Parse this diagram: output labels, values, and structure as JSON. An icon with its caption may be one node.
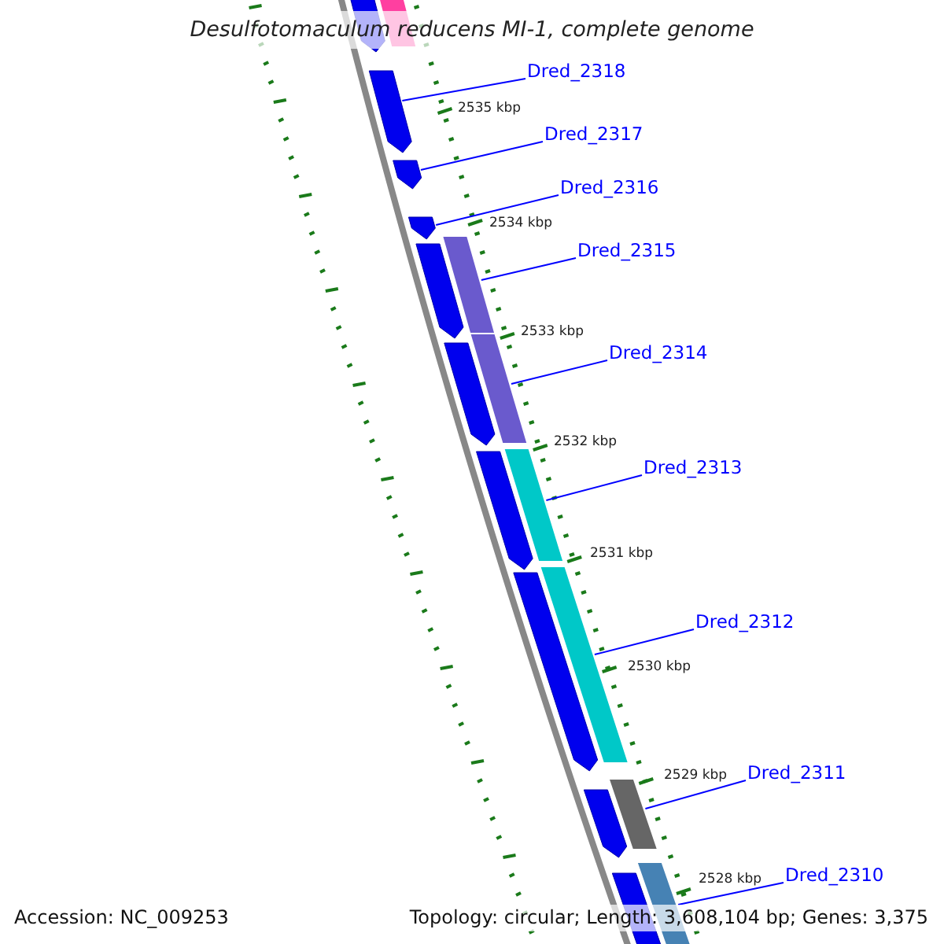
{
  "diagram": {
    "title": "Desulfotomaculum reducens MI-1, complete genome",
    "nodes": [
      {
        "text": [
          "Dred_2318"
        ]
      },
      {
        "text": [
          "Dred_2317"
        ]
      },
      {
        "text": [
          "Dred_2316"
        ]
      },
      {
        "text": [
          "Dred_2315"
        ]
      },
      {
        "text": [
          "Dred_2314"
        ]
      },
      {
        "text": [
          "Dred_2313"
        ]
      },
      {
        "text": [
          "Dred_2312"
        ]
      },
      {
        "text": [
          "Dred_2311"
        ]
      },
      {
        "text": [
          "Dred_2310"
        ]
      },
      {
        "text": [],
        "shape": "arrow"
      },
      {
        "text": [],
        "shape": "bar"
      },
      {
        "text": [],
        "shape": "arrow"
      },
      {
        "text": [],
        "shape": "arrow"
      },
      {
        "text": [],
        "shape": "arrow"
      },
      {
        "text": [],
        "shape": "bar"
      },
      {
        "text": [],
        "shape": "arrow"
      },
      {
        "text": [],
        "shape": "bar"
      },
      {
        "text": [],
        "shape": "arrow"
      },
      {
        "text": [],
        "shape": "bar"
      },
      {
        "text": [],
        "shape": "arrow"
      },
      {
        "text": [],
        "shape": "bar"
      },
      {
        "text": [],
        "shape": "arrow"
      },
      {
        "text": [],
        "shape": "bar"
      },
      {
        "text": [],
        "shape": "arrow"
      },
      {
        "text": [],
        "shape": "bar"
      },
      {
        "text": [],
        "shape": "arrow"
      }
    ],
    "edges": [
      {
        "from": 0,
        "to": 11,
        "arrow": "none"
      },
      {
        "from": 1,
        "to": 12,
        "arrow": "none"
      },
      {
        "from": 2,
        "to": 13,
        "arrow": "none"
      },
      {
        "from": 3,
        "to": 14,
        "arrow": "none"
      },
      {
        "from": 4,
        "to": 16,
        "arrow": "none"
      },
      {
        "from": 5,
        "to": 18,
        "arrow": "none"
      },
      {
        "from": 6,
        "to": 20,
        "arrow": "none"
      },
      {
        "from": 7,
        "to": 22,
        "arrow": "none"
      },
      {
        "from": 8,
        "to": 24,
        "arrow": "none"
      }
    ],
    "labels": [
      "2535 kbp",
      "2534 kbp",
      "2533 kbp",
      "2532 kbp",
      "2531 kbp",
      "2530 kbp",
      "2529 kbp",
      "2528 kbp",
      "Accession: NC_009253",
      "Topology: circular; Length: 3,608,104 bp; Genes: 3,375"
    ]
  }
}
